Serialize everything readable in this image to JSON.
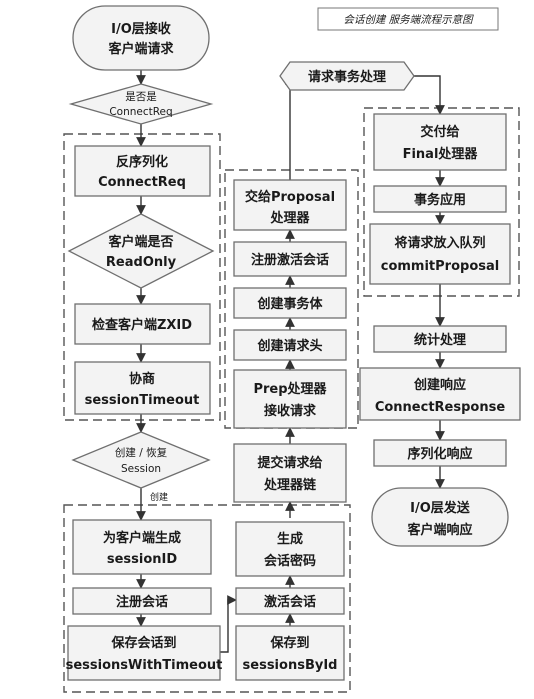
{
  "diagram": {
    "title": "会话创建  服务端流程示意图",
    "nodes": {
      "start": [
        "I/O层接收",
        "客户端请求"
      ],
      "is_connect": [
        "是否是",
        "ConnectReq"
      ],
      "deserialize": [
        "反序列化",
        "ConnectReq"
      ],
      "readonly": [
        "客户端是否",
        "ReadOnly"
      ],
      "check_zxid": [
        "检查客户端ZXID"
      ],
      "negotiate": [
        "协商",
        "sessionTimeout"
      ],
      "session_decision": [
        "创建 / 恢复",
        "Session"
      ],
      "gen_session_id": [
        "为客户端生成",
        "sessionID"
      ],
      "register_session": [
        "注册会话"
      ],
      "save_timeout": [
        "保存会话到",
        "sessionsWithTimeout"
      ],
      "gen_password": [
        "生成",
        "会话密码"
      ],
      "activate_session": [
        "激活会话"
      ],
      "save_by_id": [
        "保存到",
        "sessionsById"
      ],
      "submit_chain": [
        "提交请求给",
        "处理器链"
      ],
      "prep": [
        "Prep处理器",
        "接收请求"
      ],
      "create_header": [
        "创建请求头"
      ],
      "create_txn": [
        "创建事务体"
      ],
      "register_activate": [
        "注册激活会话"
      ],
      "to_proposal": [
        "交给Proposal",
        "处理器"
      ],
      "txn_process": [
        "请求事务处理"
      ],
      "to_final": [
        "交付给",
        "Final处理器"
      ],
      "txn_apply": [
        "事务应用"
      ],
      "queue": [
        "将请求放入队列",
        "commitProposal"
      ],
      "stats": [
        "统计处理"
      ],
      "create_resp": [
        "创建响应",
        "ConnectResponse"
      ],
      "serialize_resp": [
        "序列化响应"
      ],
      "end": [
        "I/O层发送",
        "客户端响应"
      ]
    },
    "edge_labels": {
      "create": "创建"
    }
  }
}
